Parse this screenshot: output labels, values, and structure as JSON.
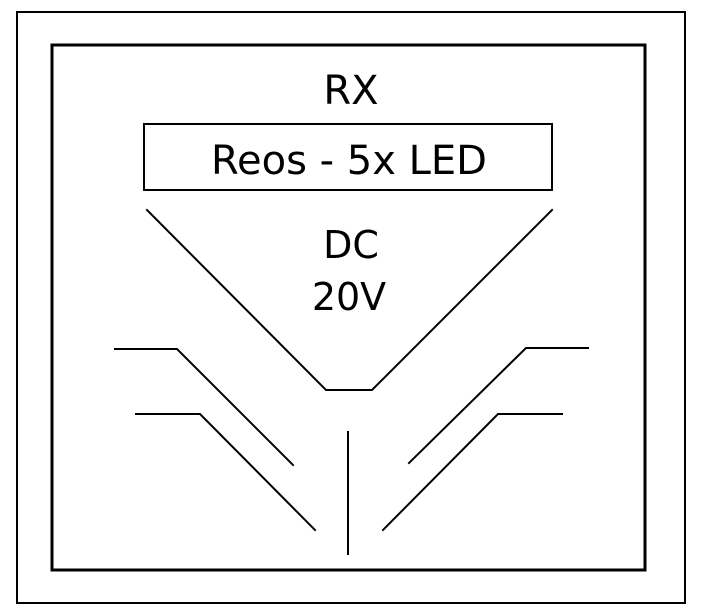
{
  "device": {
    "title": "RX",
    "model": "Reos - 5x LED",
    "supply_type": "DC",
    "supply_voltage": "20V"
  },
  "colors": {
    "background": "#ffffff",
    "line": "#000000"
  }
}
